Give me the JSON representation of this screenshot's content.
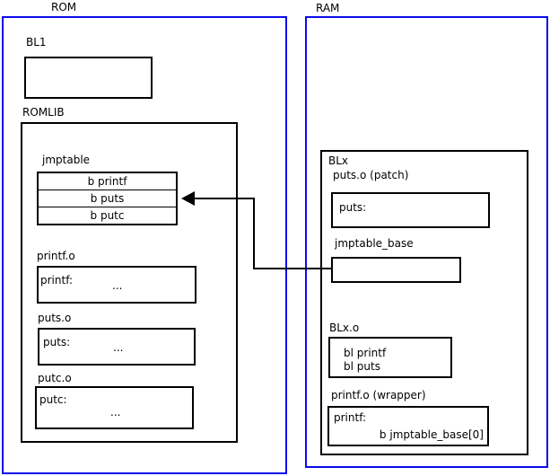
{
  "colors": {
    "region_border": "#0b0bee",
    "box_border": "#000000",
    "background": "#ffffff",
    "text": "#000000"
  },
  "rom": {
    "label": "ROM",
    "bl1": {
      "label": "BL1"
    },
    "romlib": {
      "label": "ROMLIB",
      "jmptable": {
        "label": "jmptable",
        "rows": [
          "b printf",
          "b puts",
          "b putc"
        ]
      },
      "objects": [
        {
          "label": "printf.o",
          "symbol": "printf:",
          "body_note": "..."
        },
        {
          "label": "puts.o",
          "symbol": "puts:",
          "body_note": "..."
        },
        {
          "label": "putc.o",
          "symbol": "putc:",
          "body_note": "..."
        }
      ]
    }
  },
  "ram": {
    "label": "RAM",
    "blx": {
      "label": "BLx",
      "puts_patch": {
        "label": "puts.o (patch)",
        "symbol": "puts:"
      },
      "jmptable_base": {
        "label": "jmptable_base"
      },
      "blx_o": {
        "label": "BLx.o",
        "lines": [
          "bl printf",
          "bl puts"
        ]
      },
      "printf_wrapper": {
        "label": "printf.o (wrapper)",
        "symbol": "printf:",
        "instruction": "b jmptable_base[0]"
      }
    }
  },
  "connection": {
    "from": "jmptable_base",
    "to": "jmptable entry: b puts"
  }
}
